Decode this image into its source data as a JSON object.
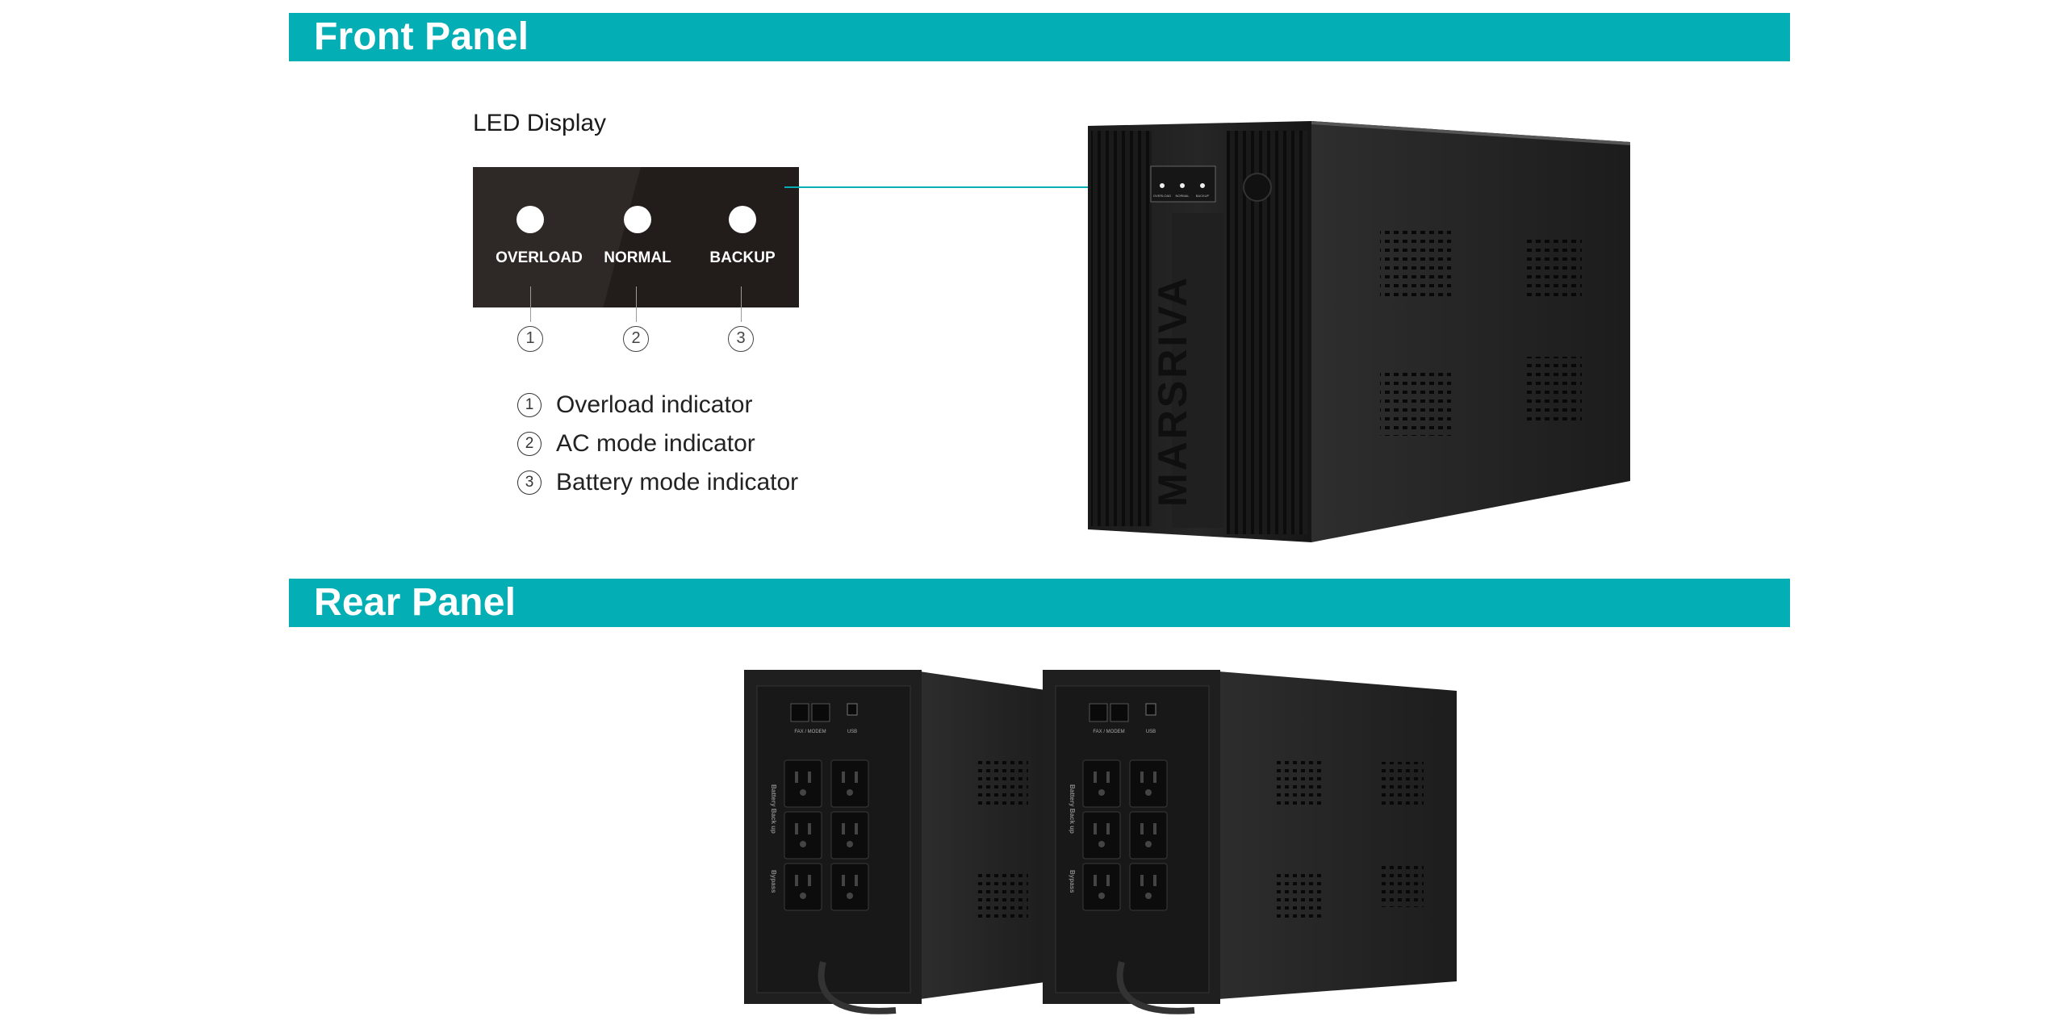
{
  "front_panel": {
    "title": "Front Panel",
    "led_display_title": "LED Display",
    "led_labels": [
      "OVERLOAD",
      "NORMAL",
      "BACKUP"
    ],
    "callout_numbers": [
      "1",
      "2",
      "3"
    ],
    "legend": [
      {
        "num": "1",
        "text": "Overload indicator"
      },
      {
        "num": "2",
        "text": "AC mode indicator"
      },
      {
        "num": "3",
        "text": "Battery mode indicator"
      }
    ],
    "brand": "MARSRIVA",
    "mini_led_labels": [
      "OVERLOAD",
      "NORMAL",
      "BACKUP"
    ]
  },
  "rear_panel": {
    "title": "Rear Panel",
    "port_label": "FAX / MODEM",
    "usb_label": "USB",
    "outlet_group_1": "Battery Back up",
    "outlet_group_2": "Bypass"
  },
  "colors": {
    "accent": "#03aeb4",
    "led_panel": "#2e2827",
    "ups_body": "#242424"
  },
  "icons": [
    "power-button-icon"
  ]
}
